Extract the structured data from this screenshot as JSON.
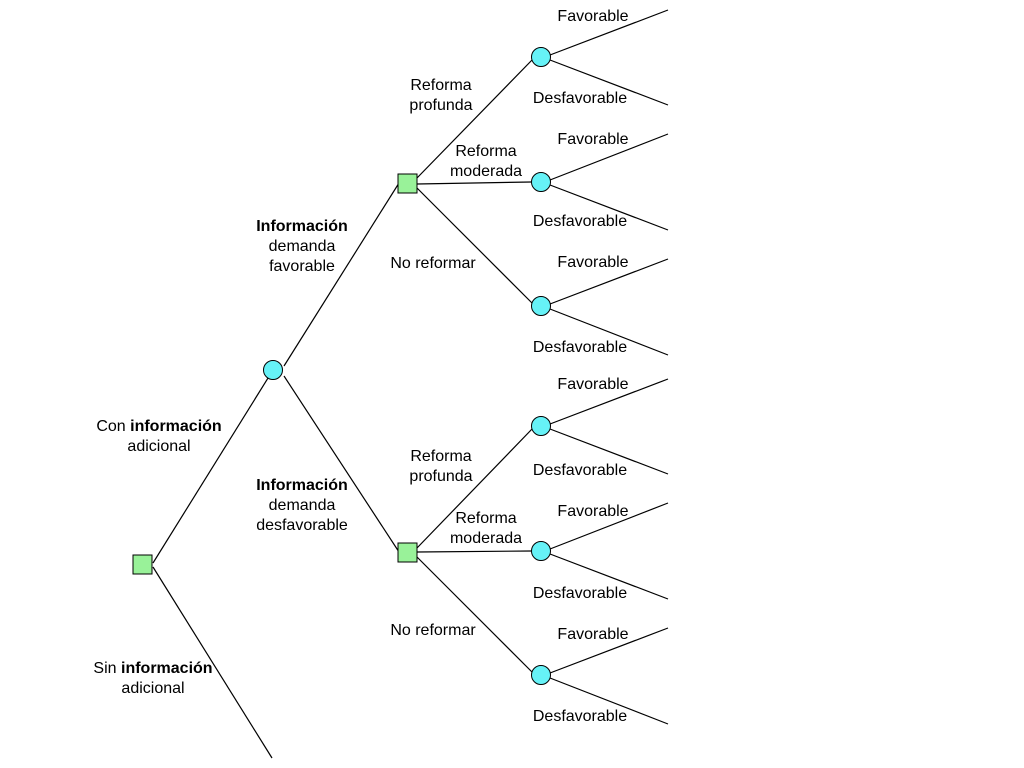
{
  "colors": {
    "decision_fill": "#99f299",
    "chance_fill": "#66f2f7",
    "line": "#000000"
  },
  "root": {
    "node_type": "decision",
    "branch_con": {
      "label_plain": "Con",
      "label_bold": "información",
      "label_line2": "adicional"
    },
    "branch_sin": {
      "label_plain": "Sin",
      "label_bold": "información",
      "label_line2": "adicional"
    }
  },
  "info_node": {
    "node_type": "chance",
    "favorable": {
      "bold": "Información",
      "line2": "demanda",
      "line3": "favorable"
    },
    "desfavorable": {
      "bold": "Información",
      "line2": "demanda",
      "line3": "desfavorable"
    }
  },
  "decisions": [
    {
      "name": "favorable",
      "options": [
        {
          "line1": "Reforma",
          "line2": "profunda",
          "outcomes": [
            "Favorable",
            "Desfavorable"
          ]
        },
        {
          "line1": "Reforma",
          "line2": "moderada",
          "outcomes": [
            "Favorable",
            "Desfavorable"
          ]
        },
        {
          "line1": "No reformar",
          "line2": "",
          "outcomes": [
            "Favorable",
            "Desfavorable"
          ]
        }
      ]
    },
    {
      "name": "desfavorable",
      "options": [
        {
          "line1": "Reforma",
          "line2": "profunda",
          "outcomes": [
            "Favorable",
            "Desfavorable"
          ]
        },
        {
          "line1": "Reforma",
          "line2": "moderada",
          "outcomes": [
            "Favorable",
            "Desfavorable"
          ]
        },
        {
          "line1": "No reformar",
          "line2": "",
          "outcomes": [
            "Favorable",
            "Desfavorable"
          ]
        }
      ]
    }
  ]
}
